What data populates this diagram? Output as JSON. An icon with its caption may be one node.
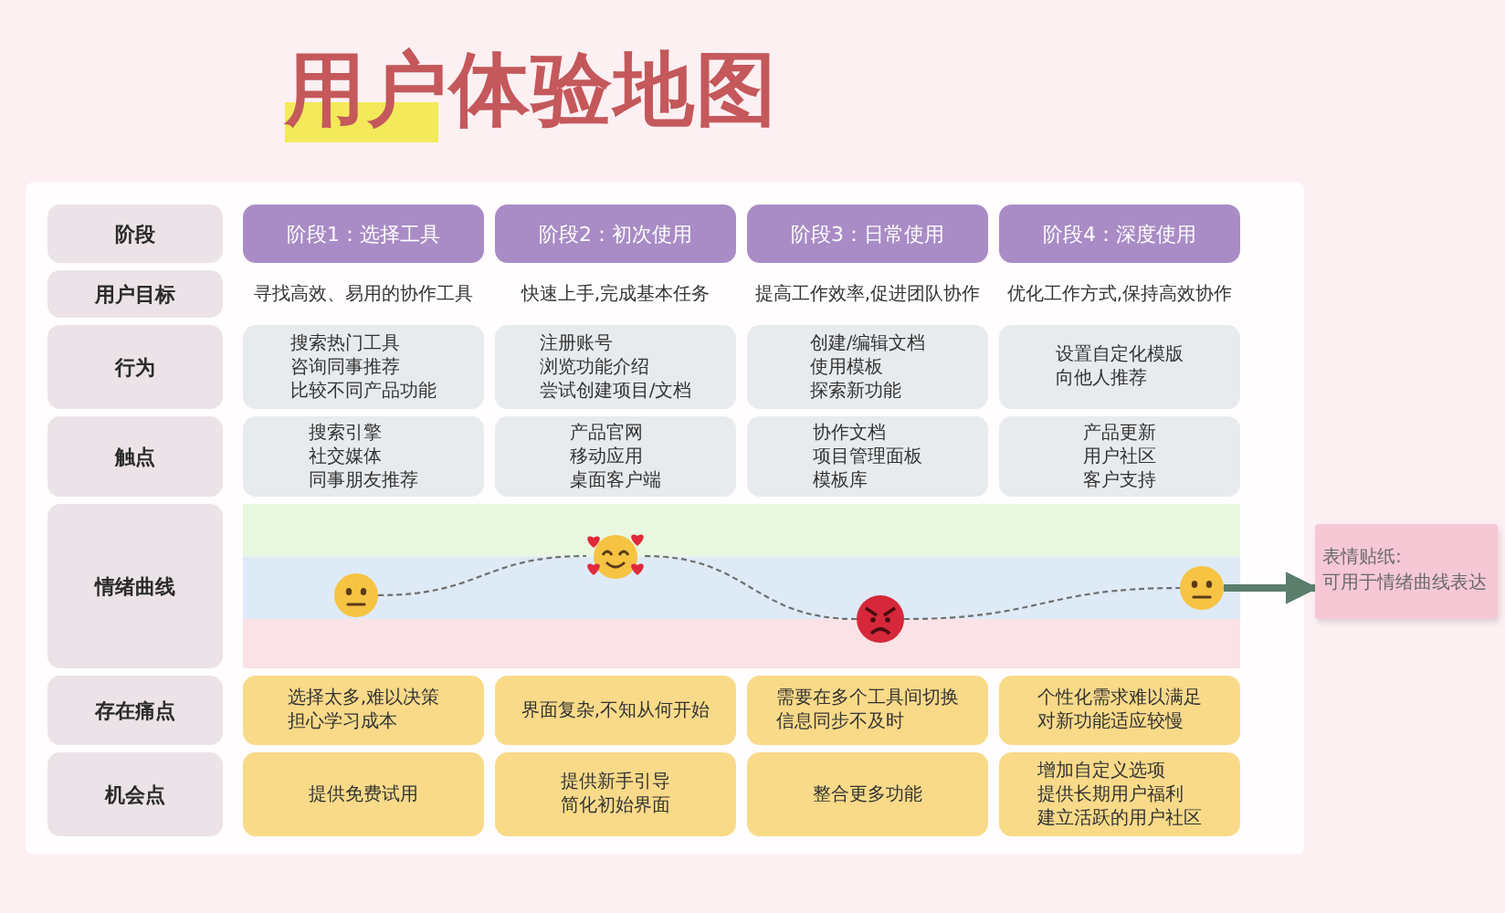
{
  "diagram": {
    "title": "用户体验地图",
    "nodes": [
      {
        "text": [
          "阶段"
        ]
      },
      {
        "text": [
          "阶段1：选择工具"
        ]
      },
      {
        "text": [
          "阶段2：初次使用"
        ]
      },
      {
        "text": [
          "阶段3：日常使用"
        ]
      },
      {
        "text": [
          "阶段4：深度使用"
        ]
      },
      {
        "text": [
          "用户目标"
        ]
      },
      {
        "text": [
          "行为"
        ]
      },
      {
        "text": [
          "搜索热门工具",
          "咨询同事推荐",
          "比较不同产品功能"
        ]
      },
      {
        "text": [
          "注册账号",
          "浏览功能介绍",
          "尝试创建项目/文档"
        ]
      },
      {
        "text": [
          "创建/编辑文档",
          "使用模板",
          "探索新功能"
        ]
      },
      {
        "text": [
          "设置自定化模版",
          "向他人推荐"
        ]
      },
      {
        "text": [
          "触点"
        ]
      },
      {
        "text": [
          "搜索引擎",
          "社交媒体",
          "同事朋友推荐"
        ]
      },
      {
        "text": [
          "产品官网",
          "移动应用",
          "桌面客户端"
        ]
      },
      {
        "text": [
          "协作文档",
          "项目管理面板",
          "模板库"
        ]
      },
      {
        "text": [
          "产品更新",
          "用户社区",
          "客户支持"
        ]
      },
      {
        "text": [
          "情绪曲线"
        ]
      },
      {
        "text": [],
        "shape": "picture"
      },
      {
        "text": [],
        "shape": "picture"
      },
      {
        "text": [],
        "shape": "picture"
      },
      {
        "text": [],
        "shape": "picture"
      },
      {
        "text": [
          "存在痛点"
        ]
      },
      {
        "text": [
          "选择太多,难以决策",
          "担心学习成本"
        ]
      },
      {
        "text": [
          "界面复杂,不知从何开始"
        ]
      },
      {
        "text": [
          "需要在多个工具间切换",
          "信息同步不及时"
        ]
      },
      {
        "text": [
          "个性化需求难以满足",
          "对新功能适应较慢"
        ]
      },
      {
        "text": [
          "机会点"
        ]
      },
      {
        "text": [
          "提供免费试用"
        ]
      },
      {
        "text": [
          "提供新手引导",
          "简化初始界面"
        ]
      },
      {
        "text": [
          "整合更多功能"
        ]
      },
      {
        "text": [
          "增加自定义选项",
          "提供长期用户福利",
          "建立活跃的用户社区"
        ]
      },
      {
        "text": [
          "表情贴纸:",
          "可用于情绪曲线表达"
        ]
      }
    ],
    "edges": [
      {
        "from": 17,
        "to": 18,
        "arrow": "none",
        "style": "dashed"
      },
      {
        "from": 18,
        "to": 19,
        "arrow": "none",
        "style": "dashed"
      },
      {
        "from": 19,
        "to": 20,
        "arrow": "none",
        "style": "dashed"
      },
      {
        "from": 20,
        "to": 31,
        "arrow": "to",
        "style": "thick",
        "color": "#5b7d6c"
      }
    ],
    "labels": [
      "寻找高效、易用的协作工具",
      "快速上手,完成基本任务",
      "提高工作效率,促进团队协作",
      "优化工作方式,保持高效协作"
    ]
  }
}
